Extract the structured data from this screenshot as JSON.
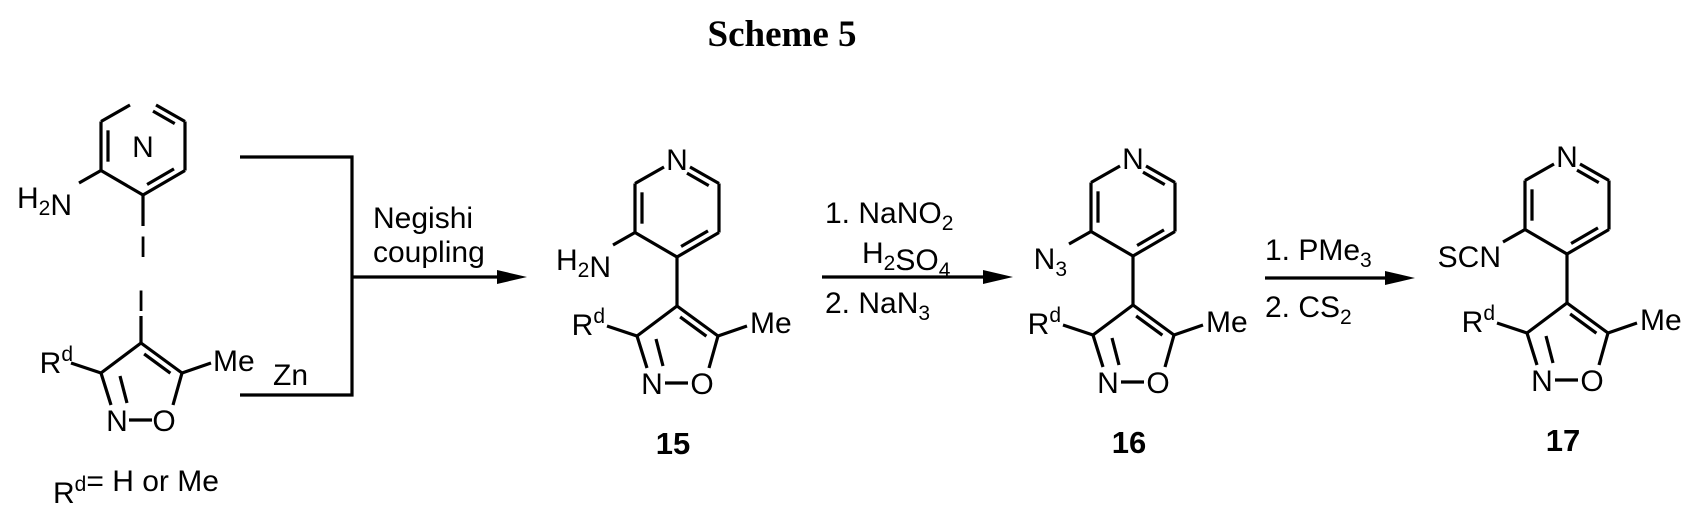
{
  "title": "Scheme 5",
  "colors": {
    "ink": "#000000",
    "background": "#ffffff"
  },
  "reagents": {
    "aminopyridine": {
      "ring_n": [
        [
          "N"
        ]
      ],
      "amine": [
        [
          "H"
        ],
        [
          "2",
          "sub"
        ],
        [
          "N"
        ]
      ],
      "iodo": [
        [
          "I"
        ]
      ]
    },
    "iodoisoxazole": {
      "iodo": [
        [
          "I"
        ]
      ],
      "rd": [
        [
          "R"
        ],
        [
          "d",
          "sup"
        ]
      ],
      "methyl": [
        [
          "Me"
        ]
      ],
      "ring_n": [
        [
          "N"
        ]
      ],
      "ring_o": [
        [
          "O"
        ]
      ],
      "zinc": [
        [
          "Zn"
        ]
      ]
    },
    "rd_definition": [
      [
        "R"
      ],
      [
        "d",
        "sup"
      ],
      [
        "= H or Me"
      ]
    ]
  },
  "steps": [
    {
      "lines": [
        [
          [
            "Negishi"
          ]
        ],
        [
          [
            "coupling"
          ]
        ]
      ]
    },
    {
      "above": [
        [
          [
            "1. NaNO"
          ],
          [
            "2",
            "sub"
          ]
        ],
        [
          [
            "H"
          ],
          [
            "2",
            "sub"
          ],
          [
            "SO"
          ],
          [
            "4",
            "sub"
          ]
        ]
      ],
      "below": [
        [
          [
            "2. NaN"
          ],
          [
            "3",
            "sub"
          ]
        ]
      ]
    },
    {
      "above": [
        [
          [
            "1. PMe"
          ],
          [
            "3",
            "sub"
          ]
        ]
      ],
      "below": [
        [
          [
            "2. CS"
          ],
          [
            "2",
            "sub"
          ]
        ]
      ]
    }
  ],
  "products": [
    {
      "id": "15",
      "substituent": [
        [
          "H"
        ],
        [
          "2",
          "sub"
        ],
        [
          "N"
        ]
      ],
      "ring_n": [
        [
          "N"
        ]
      ],
      "rd": [
        [
          "R"
        ],
        [
          "d",
          "sup"
        ]
      ],
      "methyl": [
        [
          "Me"
        ]
      ],
      "iso_n": [
        [
          "N"
        ]
      ],
      "iso_o": [
        [
          "O"
        ]
      ]
    },
    {
      "id": "16",
      "substituent": [
        [
          "N"
        ],
        [
          "3",
          "sub"
        ]
      ],
      "ring_n": [
        [
          "N"
        ]
      ],
      "rd": [
        [
          "R"
        ],
        [
          "d",
          "sup"
        ]
      ],
      "methyl": [
        [
          "Me"
        ]
      ],
      "iso_n": [
        [
          "N"
        ]
      ],
      "iso_o": [
        [
          "O"
        ]
      ]
    },
    {
      "id": "17",
      "substituent": [
        [
          "SCN"
        ]
      ],
      "ring_n": [
        [
          "N"
        ]
      ],
      "rd": [
        [
          "R"
        ],
        [
          "d",
          "sup"
        ]
      ],
      "methyl": [
        [
          "Me"
        ]
      ],
      "iso_n": [
        [
          "N"
        ]
      ],
      "iso_o": [
        [
          "O"
        ]
      ]
    }
  ]
}
